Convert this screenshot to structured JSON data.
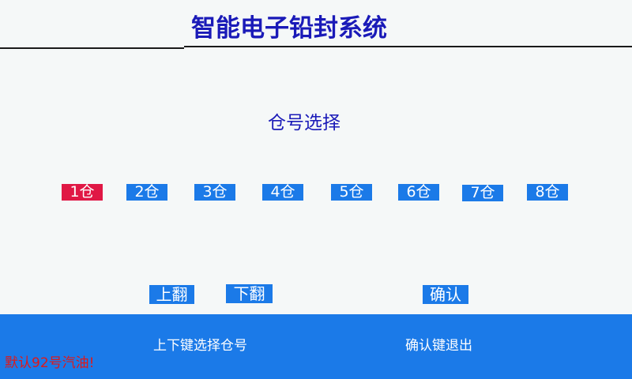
{
  "header": {
    "title": "智能电子铅封系统"
  },
  "bin_select": {
    "title": "仓号选择",
    "selected": "1仓",
    "bins": [
      {
        "label": "1仓"
      },
      {
        "label": "2仓"
      },
      {
        "label": "3仓"
      },
      {
        "label": "4仓"
      },
      {
        "label": "5仓"
      },
      {
        "label": "6仓"
      },
      {
        "label": "7仓"
      },
      {
        "label": "8仓"
      }
    ]
  },
  "controls": {
    "page_up_label": "上翻",
    "page_down_label": "下翻",
    "confirm_label": "确认"
  },
  "footer": {
    "hint_select": "上下键选择仓号",
    "hint_exit": "确认键退出",
    "notice": "默认92号汽油!"
  },
  "colors": {
    "button_blue": "#1b7ae8",
    "selected_red": "#e01845",
    "title_blue": "#1a1ab8",
    "notice_red": "#e01818"
  }
}
